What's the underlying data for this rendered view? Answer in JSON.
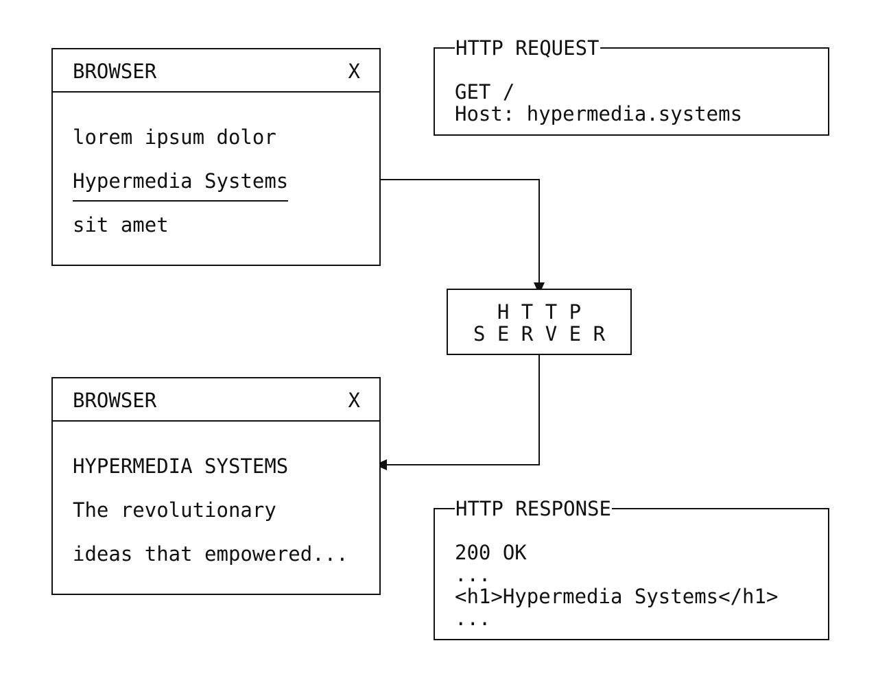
{
  "browser_before": {
    "title": "BROWSER",
    "close_label": "X",
    "lines": [
      "lorem ipsum dolor",
      "Hypermedia Systems",
      "sit amet"
    ]
  },
  "browser_after": {
    "title": "BROWSER",
    "close_label": "X",
    "lines": [
      "HYPERMEDIA SYSTEMS",
      "The revolutionary",
      "ideas that empowered..."
    ]
  },
  "request": {
    "legend": "HTTP REQUEST",
    "body": "GET /\nHost: hypermedia.systems"
  },
  "server": {
    "line1": "H T T P",
    "line2": "S E R V E R"
  },
  "response": {
    "legend": "HTTP RESPONSE",
    "body": "200 OK\n...\n<h1>Hypermedia Systems</h1>\n..."
  }
}
